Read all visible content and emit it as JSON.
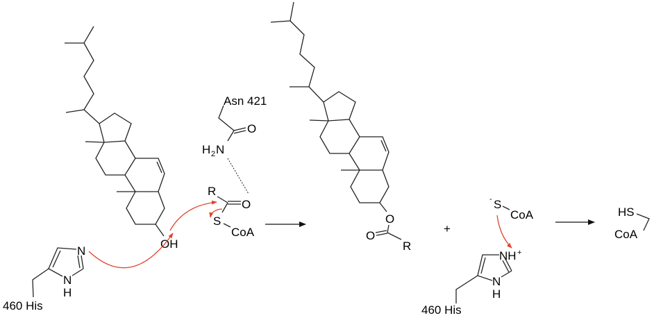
{
  "title": "Cholesterol acylation mechanism",
  "labels": {
    "oh": "OH",
    "his_left": "460 His",
    "his_right": "460 His",
    "his_n": "N",
    "his_nh_n": "N",
    "his_nh_h": "H",
    "his_nh_plus": "NH",
    "plus_charge": "+",
    "asn": "Asn 421",
    "amide_o": "O",
    "amide_h": "H",
    "amide_2": "2",
    "amide_n": "N",
    "acyl_r": "R",
    "acyl_o": "O",
    "acyl_s": "S",
    "acyl_coa": "CoA",
    "ester_o": "O",
    "ester_carbonyl_o": "O",
    "ester_r": "R",
    "plus": "+",
    "thiolate_minus": "-",
    "thiolate_s": "S",
    "thiolate_coa": "CoA",
    "product_hs": "HS",
    "product_coa": "CoA"
  },
  "colors": {
    "arrow_electron": "#e0442c",
    "bond": "#222222"
  }
}
